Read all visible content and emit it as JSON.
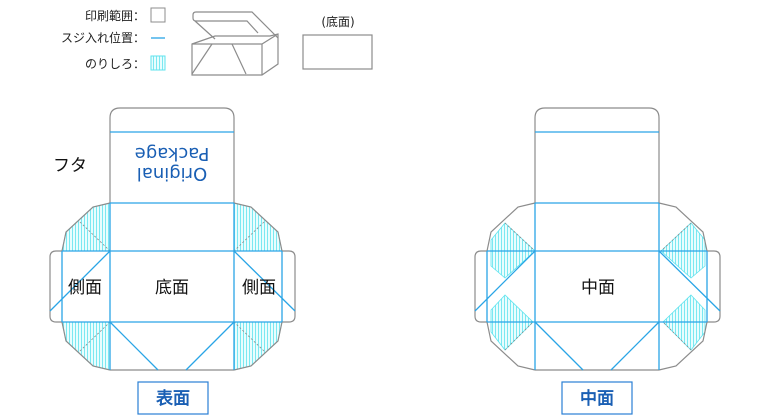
{
  "legend": {
    "print_area": "印刷範囲：",
    "crease_line": "スジ入れ位置：",
    "glue_margin": "のりしろ："
  },
  "bottom_view_label": "(底面)",
  "front": {
    "lid_label": "フタ",
    "logo_line1": "Original",
    "logo_line2": "Package",
    "side_left": "側面",
    "bottom": "底面",
    "side_right": "側面",
    "caption": "表面"
  },
  "inner": {
    "center": "中面",
    "caption": "中面"
  },
  "colors": {
    "crease": "#2aa5e6",
    "glue": "#5fe3ee",
    "cut": "#8c8c8c",
    "caption": "#1a5fb4"
  }
}
